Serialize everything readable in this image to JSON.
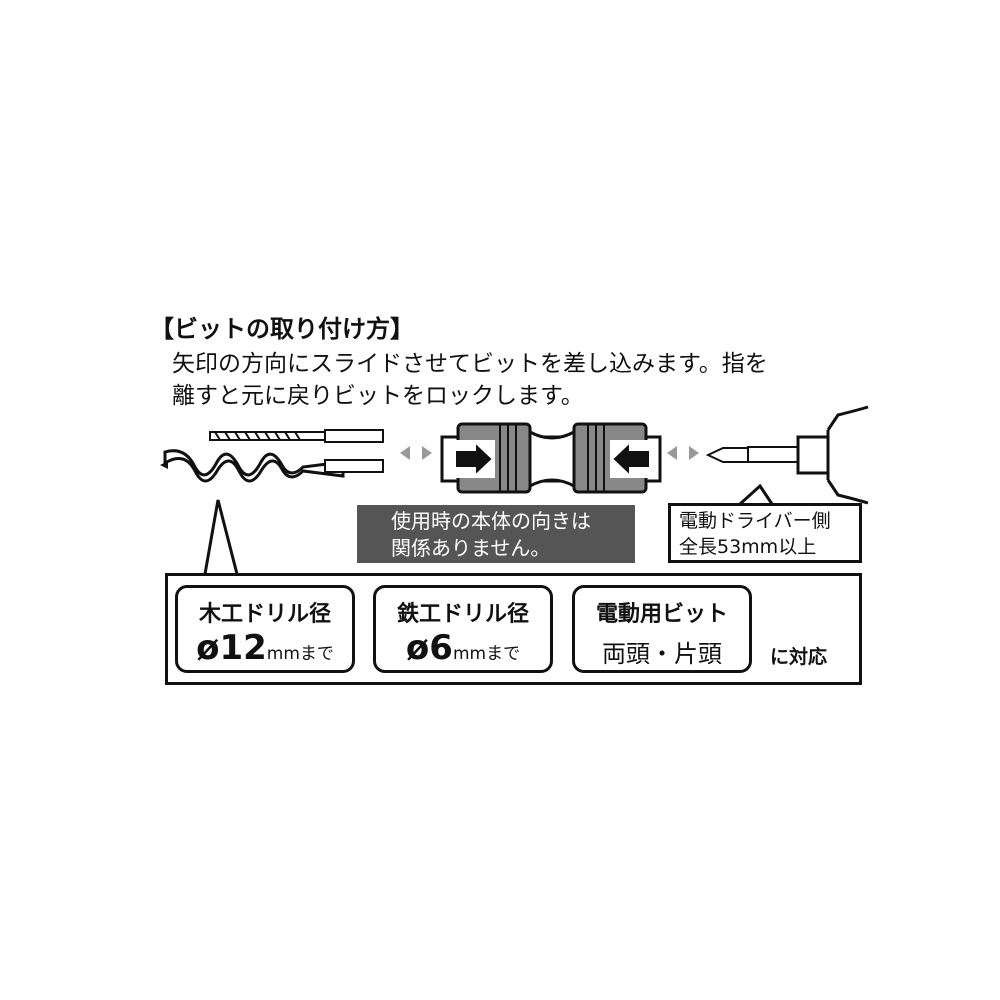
{
  "heading": "【ビットの取り付け方】",
  "instructions": [
    "矢印の方向にスライドさせてビットを差し込みます。指を",
    "離すと元に戻りビットをロックします。"
  ],
  "orientation_note": [
    "使用時の本体の向きは",
    "関係ありません。"
  ],
  "driver_note": [
    "電動ドライバー側",
    "全長53mm以上"
  ],
  "specs": [
    {
      "title": "木工ドリル径",
      "symbol": "ø",
      "value": "12",
      "unit": "mmまで"
    },
    {
      "title": "鉄工ドリル径",
      "symbol": "ø",
      "value": "6",
      "unit": "mmまで"
    },
    {
      "title": "電動用ビット",
      "sub": "両頭・片頭"
    }
  ],
  "compatible_label": "に対応",
  "colors": {
    "dark_box": "#555555",
    "arrow_gray": "#999999"
  }
}
